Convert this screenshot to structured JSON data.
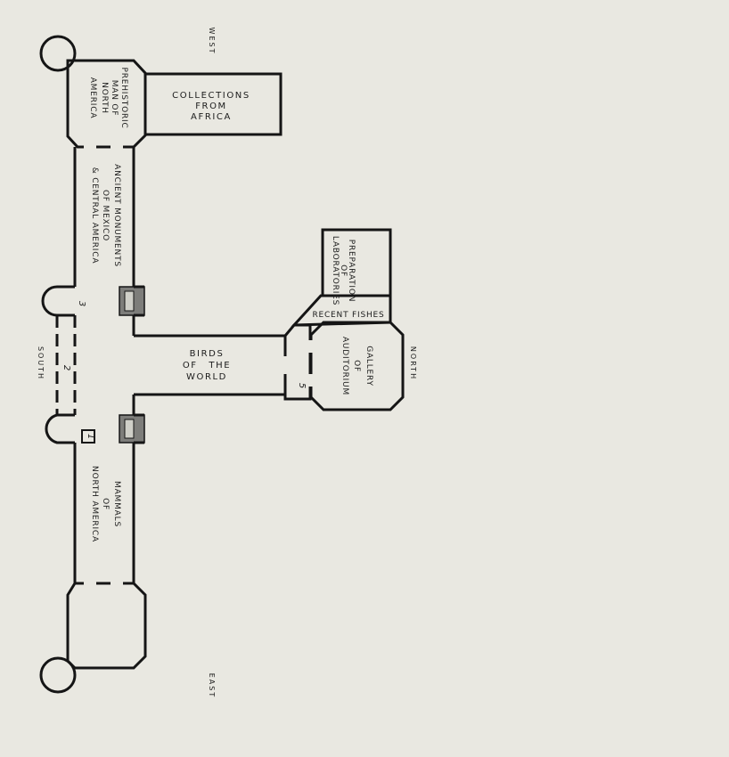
{
  "compass": {
    "west": "WEST",
    "north": "NORTH",
    "south": "SOUTH",
    "east": "EAST"
  },
  "rooms": {
    "africa": [
      "COLLECTIONS",
      "FROM",
      "AFRICA"
    ],
    "prehistoric": [
      "PREHISTORIC",
      "MAN OF",
      "NORTH",
      "AMERICA"
    ],
    "mexico": [
      "ANCIENT MONUMENTS",
      "OF MEXICO",
      "& CENTRAL AMERICA"
    ],
    "laboratories": [
      "LABORATORIES",
      "OF",
      "PREPARATION"
    ],
    "recent_fishes": "RECENT FISHES",
    "gallery": [
      "GALLERY",
      "OF",
      "AUDITORIUM"
    ],
    "birds": [
      "BIRDS",
      "OF THE",
      "WORLD"
    ],
    "mammals": [
      "MAMMALS",
      "OF",
      "NORTH AMERICA"
    ]
  },
  "room_numbers": {
    "r1": "1",
    "r2": "2",
    "r3": "3",
    "r5": "5"
  }
}
